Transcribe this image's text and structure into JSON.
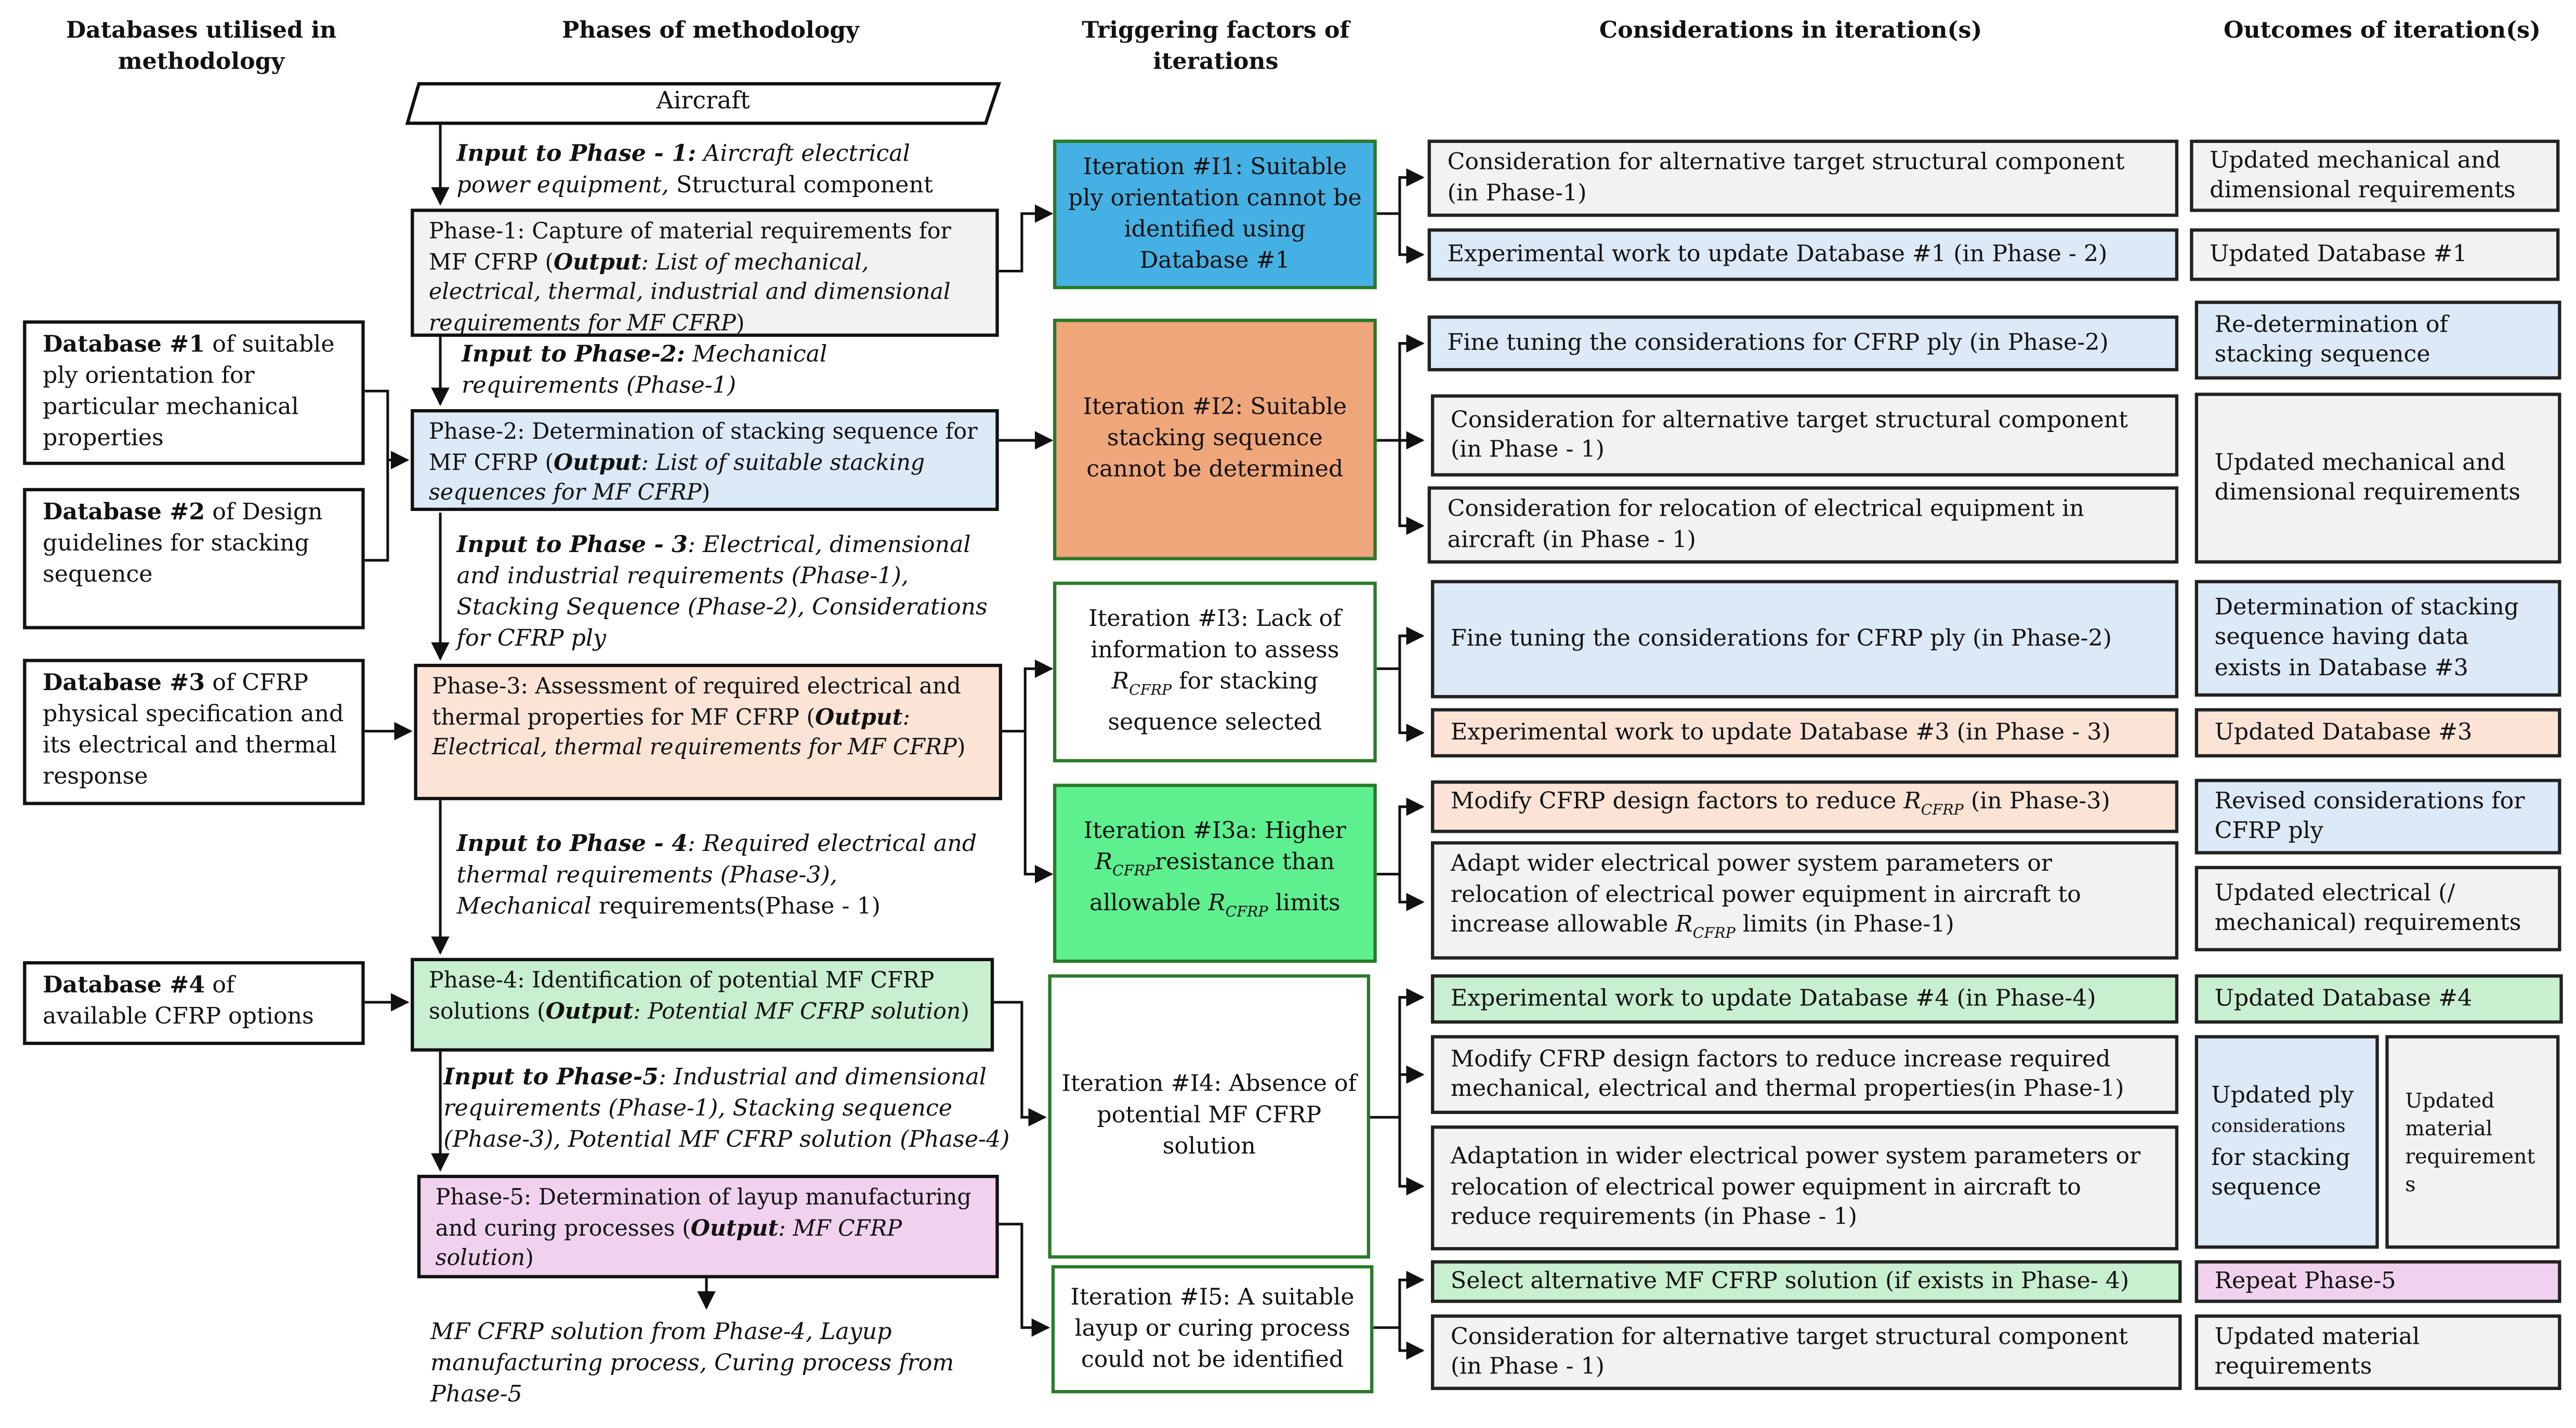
{
  "headers": {
    "databases": "Databases utilised in methodology",
    "phases": "Phases of methodology",
    "triggers": "Triggering factors of iterations",
    "considerations": "Considerations in iteration(s)",
    "outcomes": "Outcomes of iteration(s)"
  },
  "aircraft": "Aircraft",
  "inputs": {
    "p1_bold": "Input to Phase - 1:",
    "p1_italic": " Aircraft electrical power equipment,",
    "p1_plain": " Structural component",
    "p2_bold": "Input to Phase-2:",
    "p2_italic": " Mechanical requirements (Phase-1)",
    "p3_bold": "Input to Phase - 3",
    "p3_italic": ": Electrical, dimensional and industrial requirements (Phase-1), Stacking Sequence  (Phase-2), Considerations for CFRP ply",
    "p4_bold": "Input to Phase - 4",
    "p4_italic": ": Required electrical and thermal requirements (Phase-3),",
    "p4_italic2": "Mechanical",
    "p4_plain": " requirements(Phase - 1)",
    "p5_bold": "Input to Phase-5",
    "p5_italic": ": Industrial and dimensional requirements (Phase-1), Stacking sequence (Phase-3), Potential MF CFRP solution (Phase-4)",
    "final": "MF CFRP solution from Phase-4, Layup manufacturing process, Curing process  from Phase-5"
  },
  "phases": {
    "p1_plain": "Phase-1: Capture of  material requirements for MF CFRP (",
    "p1_output": "Output",
    "p1_italic": ": List of mechanical, electrical, thermal, industrial and dimensional requirements for MF CFRP",
    "p1_close": ")",
    "p2_plain": "Phase-2: Determination of stacking sequence for MF CFRP (",
    "p2_output": "Output",
    "p2_italic": ": List of suitable stacking sequences for MF CFRP",
    "p2_close": ")",
    "p3_plain": "Phase-3: Assessment of  required  electrical and thermal properties for MF CFRP (",
    "p3_output": "Output",
    "p3_italic": ": Electrical, thermal requirements for MF CFRP",
    "p3_close": ")",
    "p4_plain": "Phase-4: Identification of  potential MF CFRP solutions (",
    "p4_output": "Output",
    "p4_italic": ": Potential MF CFRP solution",
    "p4_close": ")",
    "p5_plain": "Phase-5: Determination of layup manufacturing and curing processes (",
    "p5_output": "Output",
    "p5_italic": ": MF CFRP solution",
    "p5_close": ")"
  },
  "databases": {
    "db1_bold": "Database #1",
    "db1_rest": " of suitable ply orientation for particular mechanical properties",
    "db2_bold": "Database #2",
    "db2_rest": " of Design guidelines for stacking sequence",
    "db3_bold": "Database #3",
    "db3_rest": " of CFRP physical specification and its electrical and thermal response",
    "db4_bold": "Database #4",
    "db4_rest": " of available CFRP options"
  },
  "iterations": {
    "i1": "Iteration #I1: Suitable ply orientation cannot be  identified using Database #1",
    "i2": "Iteration #I2:  Suitable stacking sequence cannot be determined",
    "i3_a": "Iteration #I3: Lack of information to assess",
    "i3_r": "R",
    "i3_sub": "CFRP",
    "i3_b": " for stacking sequence selected",
    "i3a_a": "Iteration #I3a: Higher",
    "i3a_r": "R",
    "i3a_sub": "CFRP",
    "i3a_b": "resistance than allowable",
    "i3a_r2": "R",
    "i3a_sub2": "CFRP",
    "i3a_c": " limits",
    "i4": "Iteration #I4:  Absence of potential MF CFRP solution",
    "i5": "Iteration #I5:  A suitable layup or curing process could not be identified"
  },
  "considerations": {
    "c1": "Consideration for alternative target structural component (in Phase-1)",
    "c2": "Experimental work to update Database #1 (in Phase - 2)",
    "c3": "Fine tuning the considerations for CFRP ply (in Phase-2)",
    "c4": "Consideration for alternative target structural component (in Phase - 1)",
    "c5": "Consideration for relocation of electrical equipment in aircraft (in Phase - 1)",
    "c6": "Fine tuning the considerations for CFRP ply (in Phase-2)",
    "c7": "Experimental work to update Database #3 (in Phase - 3)",
    "c8_a": "Modify CFRP design factors to reduce",
    "c8_r": "R",
    "c8_sub": "CFRP",
    "c8_b": " (in Phase-3)",
    "c9_a": "Adapt wider electrical power system  parameters or relocation of electrical power equipment in aircraft to increase allowable",
    "c9_r": "R",
    "c9_sub": "CFRP",
    "c9_b": " limits (in Phase-1)",
    "c10": "Experimental work to update Database #4 (in Phase-4)",
    "c11": "Modify CFRP design factors to reduce increase required mechanical, electrical and thermal properties(in Phase-1)",
    "c12": "Adaptation in wider electrical power system parameters or relocation of electrical power equipment in aircraft to reduce requirements (in Phase - 1)",
    "c13": "Select alternative MF CFRP solution (if exists in  Phase- 4)",
    "c14": "Consideration for alternative target structural component (in Phase - 1)"
  },
  "outcomes": {
    "o1": "Updated mechanical and dimensional requirements",
    "o2": "Updated Database #1",
    "o3": "Re-determination of stacking sequence",
    "o4": "Updated mechanical and dimensional requirements",
    "o5": "Determination of stacking sequence having data exists in Database #3",
    "o6": "Updated Database #3",
    "o7": "Revised considerations for CFRP ply",
    "o8": "Updated electrical (/ mechanical) requirements",
    "o9": "Updated Database #4",
    "o10_a": "Updated ply",
    "o10_b": "considerations",
    "o10_c": "for stacking sequence",
    "o11": "Updated material requirement s",
    "o12": "Repeat Phase-5",
    "o13": "Updated material requirements"
  },
  "colors": {
    "iter1": "#45b0e3",
    "iter2": "#f0a67b",
    "iter3a": "#5ef08f",
    "gray": "#f2f2f2",
    "light_blue": "#dce9f6",
    "peach": "#fbe4d6",
    "light_green": "#c8efcf",
    "pink": "#f0d2ee"
  }
}
